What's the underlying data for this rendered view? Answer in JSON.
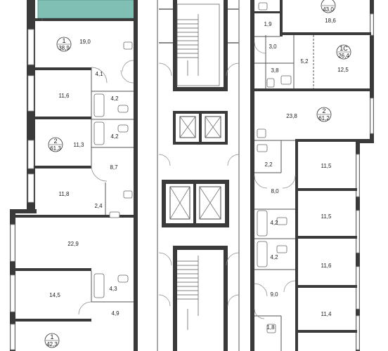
{
  "rooms": [
    {
      "id": "r-19-0",
      "label": "19,0"
    },
    {
      "id": "r-4-1",
      "label": "4,1"
    },
    {
      "id": "r-11-6a",
      "label": "11,6"
    },
    {
      "id": "r-4-2a",
      "label": "4,2"
    },
    {
      "id": "r-4-2b",
      "label": "4,2"
    },
    {
      "id": "r-11-3",
      "label": "11,3"
    },
    {
      "id": "r-8-7",
      "label": "8,7"
    },
    {
      "id": "r-11-8",
      "label": "11,8"
    },
    {
      "id": "r-2-4",
      "label": "2,4"
    },
    {
      "id": "r-22-9",
      "label": "22,9"
    },
    {
      "id": "r-14-5",
      "label": "14,5"
    },
    {
      "id": "r-4-3",
      "label": "4,3"
    },
    {
      "id": "r-4-9",
      "label": "4,9"
    },
    {
      "id": "r-1-9",
      "label": "1,9"
    },
    {
      "id": "r-18-6",
      "label": "18,6"
    },
    {
      "id": "r-3-0",
      "label": "3,0"
    },
    {
      "id": "r-5-2",
      "label": "5,2"
    },
    {
      "id": "r-3-8",
      "label": "3,8"
    },
    {
      "id": "r-12-5",
      "label": "12,5"
    },
    {
      "id": "r-23-8",
      "label": "23,8"
    },
    {
      "id": "r-2-2",
      "label": "2,2"
    },
    {
      "id": "r-11-5a",
      "label": "11,5"
    },
    {
      "id": "r-8-0",
      "label": "8,0"
    },
    {
      "id": "r-11-5b",
      "label": "11,5"
    },
    {
      "id": "r-4-2c",
      "label": "4,2"
    },
    {
      "id": "r-4-2d",
      "label": "4,2"
    },
    {
      "id": "r-11-6b",
      "label": "11,6"
    },
    {
      "id": "r-9-0",
      "label": "9,0"
    },
    {
      "id": "r-11-4",
      "label": "11,4"
    },
    {
      "id": "r-1-8",
      "label": "1,8"
    }
  ],
  "apartments": [
    {
      "id": "apt-1-top",
      "num": "1",
      "area": "38,9"
    },
    {
      "id": "apt-2-left",
      "num": "2",
      "area": "61,3"
    },
    {
      "id": "apt-1-bottom",
      "num": "1",
      "area": "42,3"
    },
    {
      "id": "apt-top-right",
      "num": "",
      "area": "43,0"
    },
    {
      "id": "apt-1c",
      "num": "1С",
      "area": "26,4"
    },
    {
      "id": "apt-2-right",
      "num": "2",
      "area": "61,2"
    }
  ],
  "colors": {
    "highlight": "#7fbfb4",
    "walls": "#3a3a3a"
  }
}
